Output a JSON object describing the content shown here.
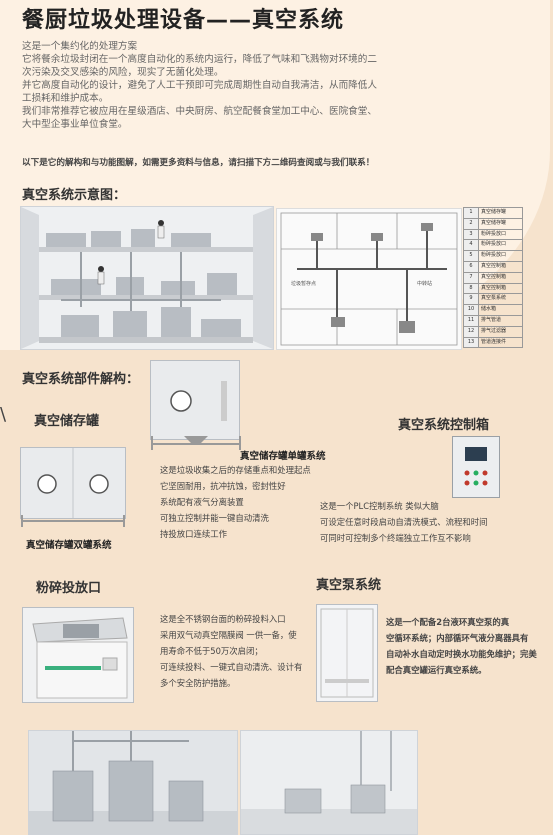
{
  "title": "餐厨垃圾处理设备——真空系统",
  "intro": [
    "这是一个集约化的处理方案",
    "它将餐余垃圾封闭在一个高度自动化的系统内运行，降低了气味和飞溅物对环境的二次污染及交叉感染的风险，现实了无菌化处理。",
    "并它高度自动化的设计，避免了人工干预即可完成周期性自动自我清洁，从而降低人工损耗和维护成本。",
    "我们非常推荐它被应用在星级酒店、中央厨房、航空配餐食堂加工中心、医院食堂、大中型企事业单位食堂。"
  ],
  "note": "以下是它的解构和与功能图解，如需更多资料与信息，请扫描下方二维码查阅或与我们联系！",
  "schematic_heading": "真空系统示意图：",
  "components_heading": "真空系统部件解构：",
  "legend": [
    {
      "n": "1",
      "t": "真空储存罐"
    },
    {
      "n": "2",
      "t": "真空储存罐"
    },
    {
      "n": "3",
      "t": "粉碎投放口"
    },
    {
      "n": "4",
      "t": "粉碎投放口"
    },
    {
      "n": "5",
      "t": "粉碎投放口"
    },
    {
      "n": "6",
      "t": "真空控制箱"
    },
    {
      "n": "7",
      "t": "真空控制箱"
    },
    {
      "n": "8",
      "t": "真空控制箱"
    },
    {
      "n": "9",
      "t": "真空泵系统"
    },
    {
      "n": "10",
      "t": "储水箱"
    },
    {
      "n": "11",
      "t": "排气管道"
    },
    {
      "n": "12",
      "t": "排气过滤器"
    },
    {
      "n": "13",
      "t": "管道连接件"
    }
  ],
  "plan_labels": {
    "left": "垃圾暂存点",
    "right": "中转站"
  },
  "tank": {
    "heading": "真空储存罐",
    "single_caption": "真空储存罐单罐系统",
    "double_caption": "真空储存罐双罐系统",
    "desc": [
      "这是垃圾收集之后的存储重点和处理起点",
      "它坚固耐用，抗冲抗蚀，密封性好",
      "系统配有液气分离装置",
      "可独立控制并能一键自动清洗",
      "持投放口连续工作"
    ]
  },
  "control": {
    "heading": "真空系统控制箱",
    "desc": [
      "这是一个PLC控制系统 类似大脑",
      "可设定任意时段启动自清洗模式、流程和时间",
      "可同时可控制多个终端独立工作互不影响"
    ]
  },
  "crusher": {
    "heading": "粉碎投放口",
    "desc": [
      "这是全不锈钢台面的粉碎投料入口",
      "采用双气动真空隔膜阀 一供一备，使",
      "用寿命不低于50万次启闭；",
      "可连续投料、一键式自动清洗、设计有",
      "多个安全防护措施。"
    ]
  },
  "pump": {
    "heading": "真空泵系统",
    "desc": [
      "这是一个配备2台液环真空泵的真",
      "空循环系统；内部循环气液分离器具有",
      "自动补水自动定时换水功能免维护；完美",
      "配合真空罐运行真空系统。"
    ]
  },
  "margin_mark": "\\"
}
